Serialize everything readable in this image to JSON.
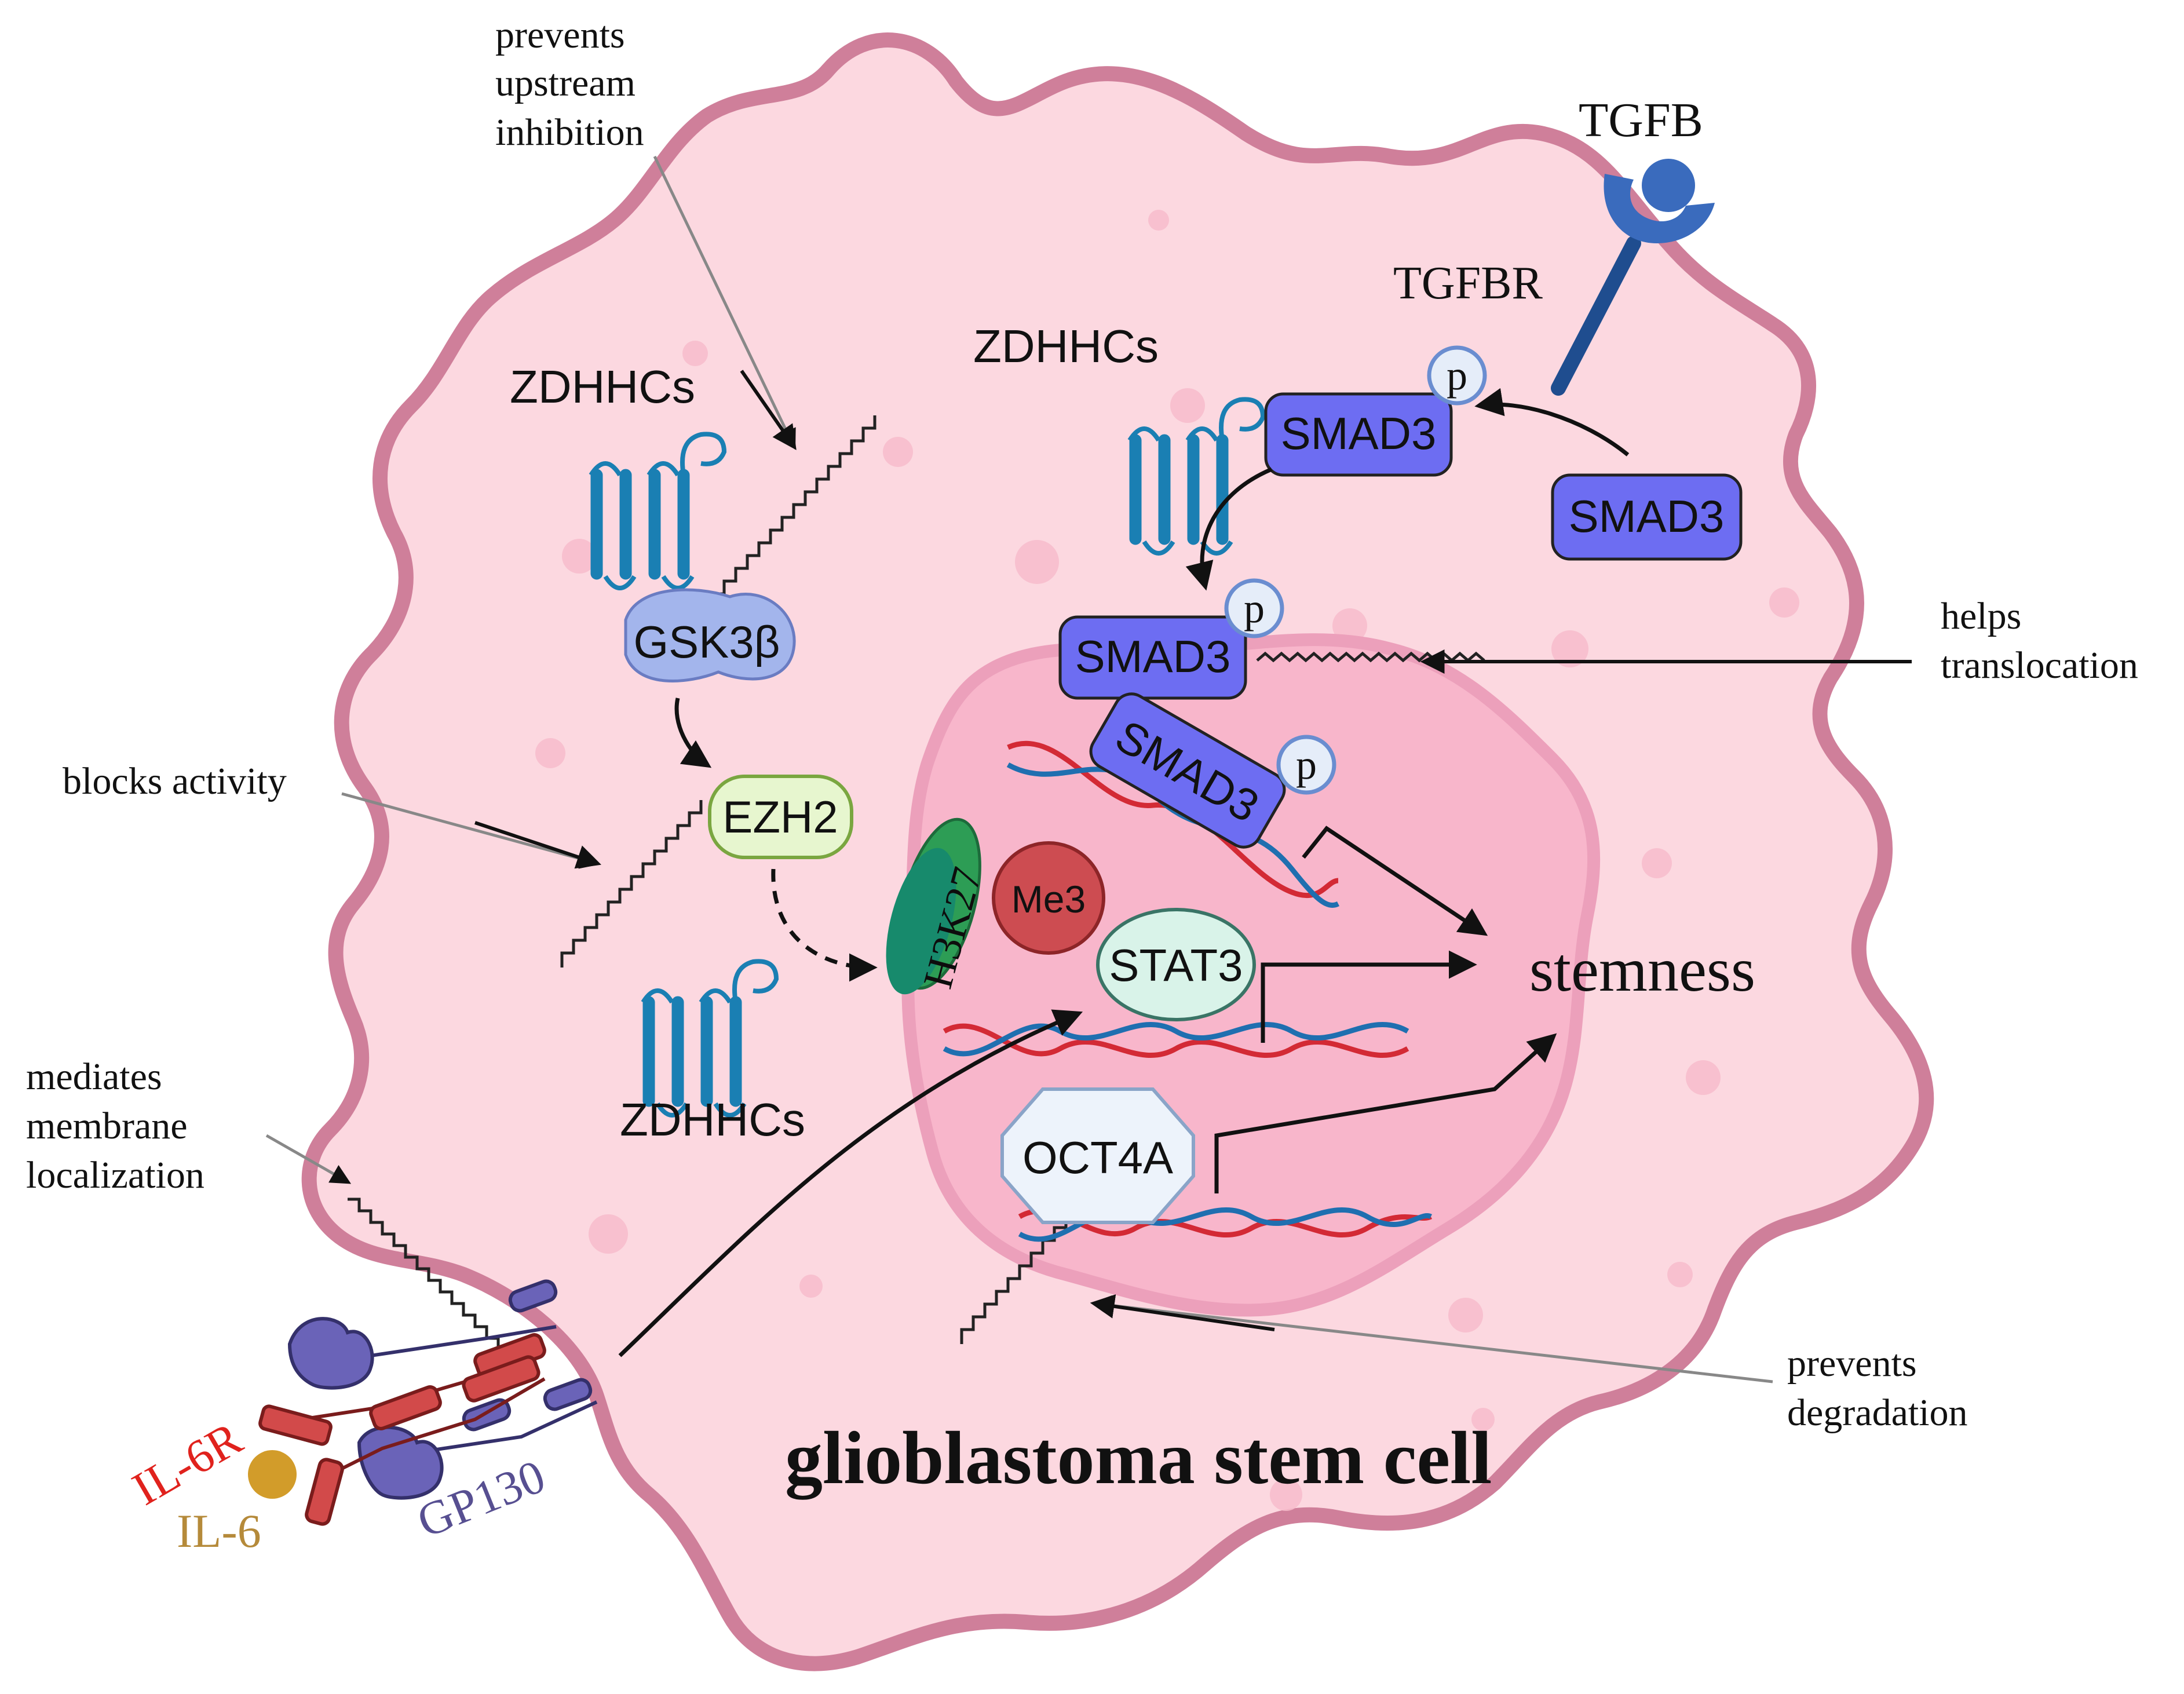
{
  "title": "glioblastoma stem cell",
  "outcome": "stemness",
  "annotations": {
    "prevents_upstream_inhibition": [
      "prevents",
      "upstream",
      "inhibition"
    ],
    "blocks_activity": "blocks activity",
    "helps_translocation": [
      "helps",
      "translocation"
    ],
    "mediates_membrane_localization": [
      "mediates",
      "membrane",
      "localization"
    ],
    "prevents_degradation": [
      "prevents",
      "degradation"
    ]
  },
  "zdhhc_labels": [
    "ZDHHCs",
    "ZDHHCs",
    "ZDHHCs"
  ],
  "receptor": {
    "ligand": "TGFB",
    "receptor": "TGFBR"
  },
  "proteins": {
    "smad3_cytoplasm": "SMAD3",
    "smad3_phospho_top": "SMAD3",
    "smad3_phospho_membrane": "SMAD3",
    "smad3_dna": "SMAD3",
    "phospho_mark": "p",
    "gsk3b": "GSK3β",
    "ezh2": "EZH2",
    "h3k27": "H3K27",
    "me3": "Me3",
    "stat3": "STAT3",
    "oct4a": "OCT4A"
  },
  "il6_complex": {
    "il6r": "IL-6R",
    "il6": "IL-6",
    "gp130": "GP130"
  },
  "colors": {
    "cell_fill": "#fcd8e0",
    "cell_border": "#cf7f9a",
    "nucleus_fill": "#f8b6cb",
    "nucleus_border": "#eca0bb",
    "smad3": "#6d6df2",
    "gsk3b": "#a3b5ec",
    "ezh2": "#e7f6cf",
    "h3k27": "#2d9d55",
    "me3": "#cd4c51",
    "stat3": "#d9f3e9",
    "oct4a": "#edf3fb",
    "zdhhc": "#1a7fb3",
    "tgfbr": "#1f4d8f",
    "il6r": "#d24a4a",
    "il6": "#d29c2a",
    "gp130": "#6a63b8",
    "dna_red": "#d32a35",
    "dna_blue": "#1f6fb0"
  }
}
